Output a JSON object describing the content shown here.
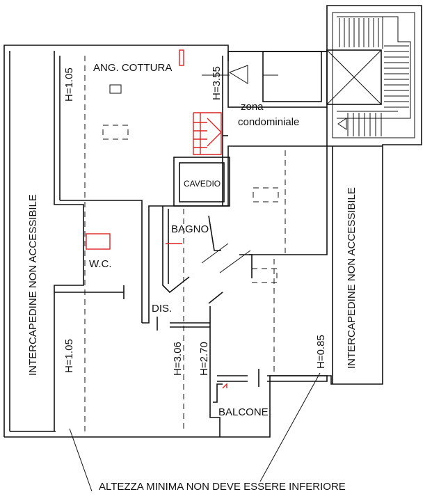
{
  "rooms": {
    "cucina": "ANG. COTTURA",
    "zona_line1": "zona",
    "zona_line2": "condominiale",
    "cavedio": "CAVEDIO",
    "bagno": "BAGNO",
    "wc": "W.C.",
    "dis": "DIS.",
    "balcone": "BALCONE",
    "intercapedine_left": "INTERCAPEDINE NON ACCESSIBILE",
    "intercapedine_right": "INTERCAPEDINE NON ACCESSIBILE"
  },
  "heights": {
    "h_top_left": "H=1.05",
    "h_top_mid": "H=3.55",
    "h_bottom_left": "H=1.05",
    "h_mid_a": "H=3.06",
    "h_mid_b": "H=2.70",
    "h_right": "H=0.85"
  },
  "note": "ALTEZZA MINIMA NON DEVE ESSERE INFERIORE",
  "colors": {
    "lines": "#111111",
    "accent": "#dd2222"
  }
}
